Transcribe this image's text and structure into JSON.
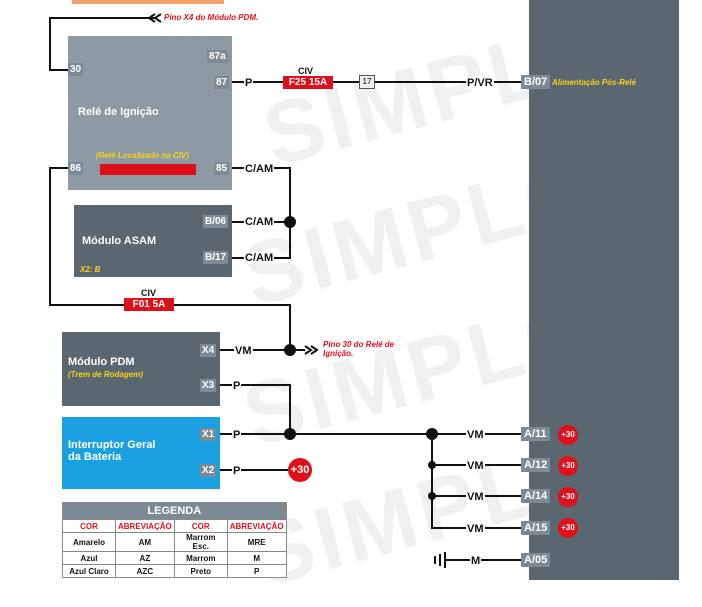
{
  "colors": {
    "bus": "#5a6670",
    "red": "#e0101a",
    "pin": "#7b8a94",
    "module_dark": "#5a6670",
    "relay": "#8e9aa3",
    "battery": "#1aa0e0"
  },
  "notes": {
    "top": "Pino X4 do Módulo PDM.",
    "pdm_x4": "Pino 30 do Relé de Ignição.",
    "relay_loc": "(Relé Localizado na CIV)",
    "alim": "Alimentação Pós-Relé"
  },
  "relay": {
    "title": "Relé de Ignição",
    "pins": {
      "p87a": "87a",
      "p87": "87",
      "p30": "30",
      "p86": "86",
      "p85": "85"
    }
  },
  "asam": {
    "title": "Módulo ASAM",
    "sub": "X2: B",
    "pins": {
      "b06": "B/06",
      "b17": "B/17"
    }
  },
  "pdm": {
    "title": "Módulo PDM",
    "sub": "(Trem de Rodagem)",
    "pins": {
      "x4": "X4",
      "x3": "X3"
    }
  },
  "battery": {
    "title": "Interruptor Geral da Bateria",
    "pins": {
      "x1": "X1",
      "x2": "X2"
    }
  },
  "wires": {
    "p": "P",
    "pvr": "P/VR",
    "cam": "C/AM",
    "vm": "VM",
    "m": "M"
  },
  "fuses": {
    "f25": "F25 15A",
    "f01": "F01 5A",
    "civ": "CIV",
    "c17": "17"
  },
  "bus_pins": {
    "b07": "B/07",
    "a11": "A/11",
    "a12": "A/12",
    "a14": "A/14",
    "a15": "A/15",
    "a05": "A/05"
  },
  "plus30": "+30",
  "watermark": "SIMPLO",
  "legend": {
    "title": "LEGENDA",
    "headers": [
      "COR",
      "ABREVIAÇÃO",
      "COR",
      "ABREVIAÇÃO"
    ],
    "rows": [
      [
        "Amarelo",
        "AM",
        "Marrom Esc.",
        "MRE"
      ],
      [
        "Azul",
        "AZ",
        "Marrom",
        "M"
      ],
      [
        "Azul Claro",
        "AZC",
        "Preto",
        "P"
      ]
    ]
  }
}
